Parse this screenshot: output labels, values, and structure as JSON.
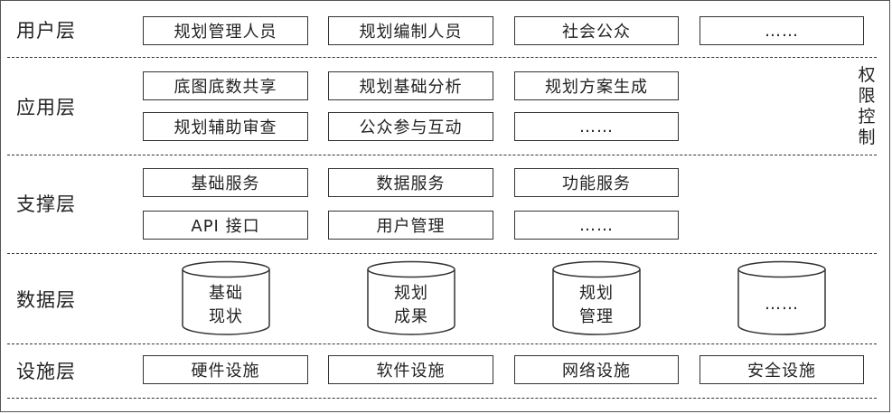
{
  "layers": {
    "user": {
      "label": "用户层",
      "items": [
        "规划管理人员",
        "规划编制人员",
        "社会公众",
        "……"
      ]
    },
    "application": {
      "label": "应用层",
      "row1": [
        "底图底数共享",
        "规划基础分析",
        "规划方案生成"
      ],
      "row2": [
        "规划辅助审查",
        "公众参与互动",
        "……"
      ]
    },
    "support": {
      "label": "支撑层",
      "row1": [
        "基础服务",
        "数据服务",
        "功能服务"
      ],
      "row2": [
        "API 接口",
        "用户管理",
        "……"
      ]
    },
    "data": {
      "label": "数据层",
      "items": [
        {
          "line1": "基础",
          "line2": "现状"
        },
        {
          "line1": "规划",
          "line2": "成果"
        },
        {
          "line1": "规划",
          "line2": "管理"
        },
        {
          "line1": "……",
          "line2": ""
        }
      ]
    },
    "infrastructure": {
      "label": "设施层",
      "items": [
        "硬件设施",
        "软件设施",
        "网络设施",
        "安全设施"
      ]
    }
  },
  "side_label": "权限控制"
}
